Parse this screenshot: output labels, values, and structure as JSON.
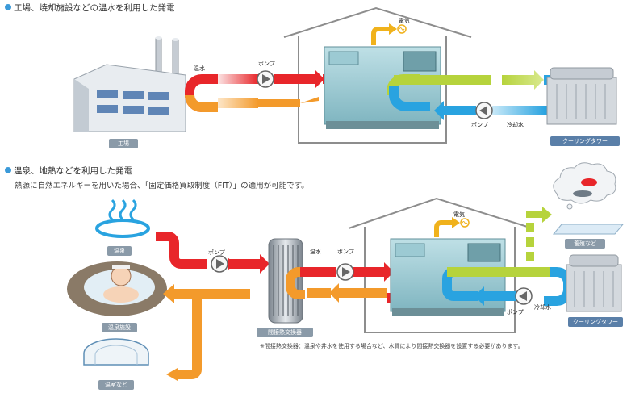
{
  "section1": {
    "heading": "工場、焼却施設などの温水を利用した発電",
    "labels": {
      "factory": "工場",
      "hot_water": "温水",
      "pump_left": "ポンプ",
      "electricity": "電気",
      "pump_right": "ポンプ",
      "cooling_water": "冷却水",
      "cooling_tower": "クーリングタワー"
    }
  },
  "section2": {
    "heading": "温泉、地熱などを利用した発電",
    "note": "熱源に自然エネルギーを用いた場合、「固定価格買取制度（FIT）」の適用が可能です。",
    "labels": {
      "hot_spring_source": "温泉",
      "pump_1": "ポンプ",
      "hot_water": "温水",
      "pump_2": "ポンプ",
      "electricity": "電気",
      "spa_facility": "温泉施設",
      "greenhouse": "温室など",
      "heat_exchanger": "間接熱交換器",
      "pump_3": "ポンプ",
      "cooling_water": "冷却水",
      "cooling_tower": "クーリングタワー",
      "aquaculture": "養殖など"
    },
    "footnote": "※間接熱交換器：温泉や井水を使用する場合など、水質により間接熱交換器を設置する必要があります。"
  },
  "colors": {
    "hot_red": "#e8262a",
    "warm_orange": "#f39a2b",
    "cool_green": "#b6d33c",
    "cold_blue": "#29a3e0",
    "heading_bullet": "#3b9ad9",
    "unit_teal": "#8fc3cc"
  }
}
